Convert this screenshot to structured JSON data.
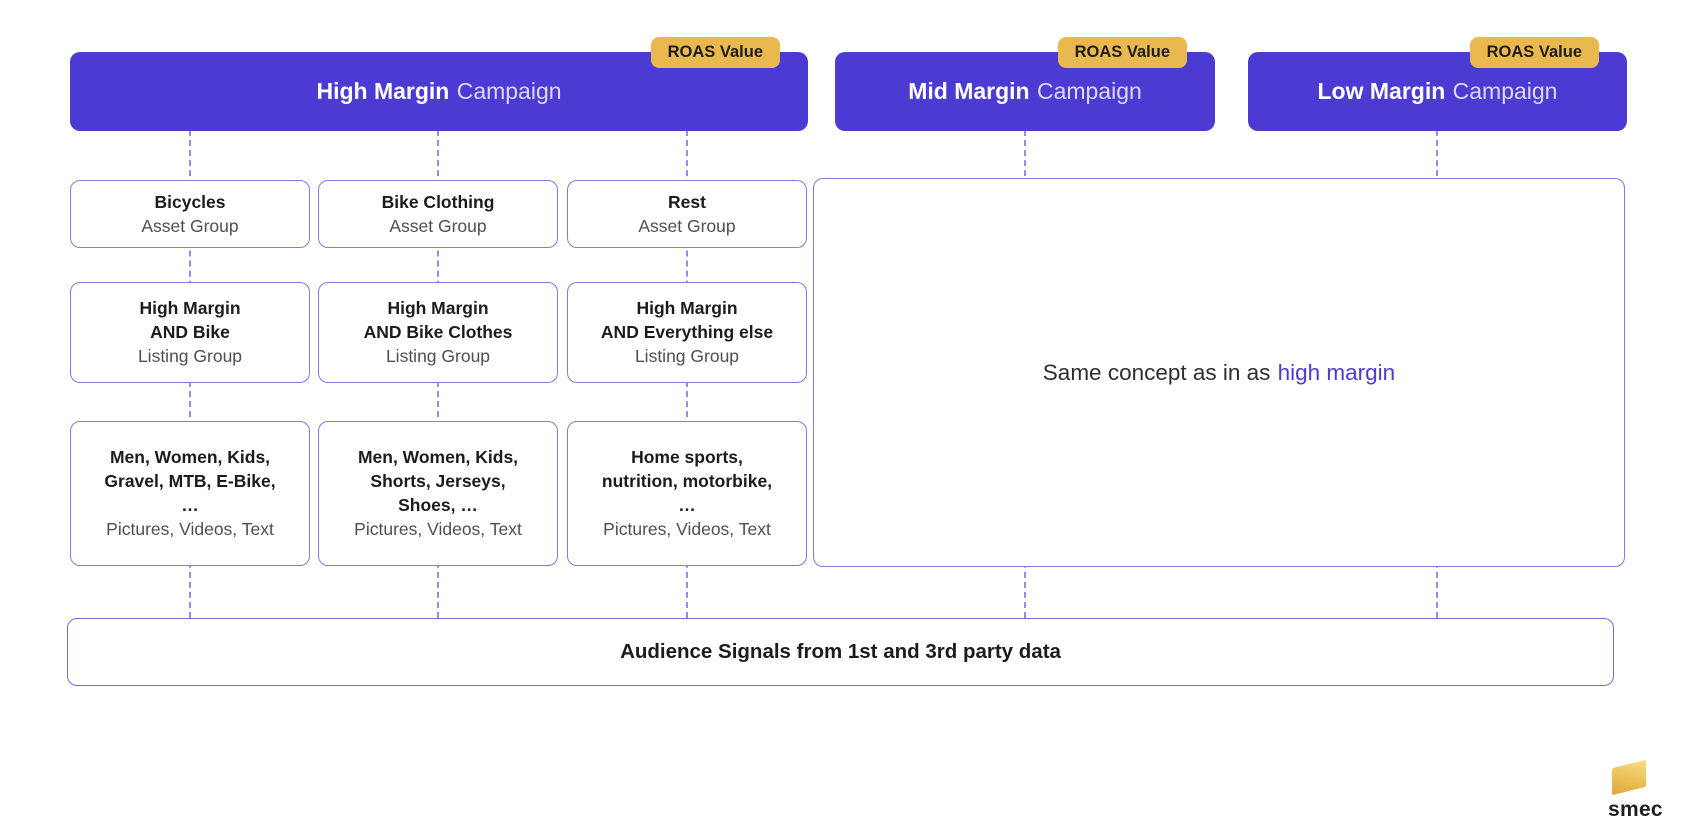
{
  "colors": {
    "campaign_bg": "#4B3BD2",
    "badge_bg": "#E9B84E",
    "box_border": "#8577E6",
    "connector": "#978BEA",
    "accent_text": "#4B3BD2",
    "logo_gold": "#E3A93B"
  },
  "campaigns": [
    {
      "name_bold": "High Margin",
      "name_rest": "Campaign",
      "badge_label": "ROAS Value"
    },
    {
      "name_bold": "Mid Margin",
      "name_rest": "Campaign",
      "badge_label": "ROAS Value"
    },
    {
      "name_bold": "Low Margin",
      "name_rest": "Campaign",
      "badge_label": "ROAS Value"
    }
  ],
  "columns": [
    {
      "asset_group": {
        "title": "Bicycles",
        "subtitle": "Asset Group"
      },
      "listing_group": {
        "line1": "High Margin",
        "line2": "AND Bike",
        "subtitle": "Listing Group"
      },
      "asset_details": {
        "line1": "Men, Women, Kids,",
        "line2": "Gravel, MTB, E-Bike,",
        "line3": "…",
        "subtitle": "Pictures, Videos, Text"
      }
    },
    {
      "asset_group": {
        "title": "Bike Clothing",
        "subtitle": "Asset Group"
      },
      "listing_group": {
        "line1": "High Margin",
        "line2": "AND Bike Clothes",
        "subtitle": "Listing Group"
      },
      "asset_details": {
        "line1": "Men, Women, Kids,",
        "line2": "Shorts, Jerseys,",
        "line3": "Shoes, …",
        "subtitle": "Pictures, Videos, Text"
      }
    },
    {
      "asset_group": {
        "title": "Rest",
        "subtitle": "Asset Group"
      },
      "listing_group": {
        "line1": "High Margin",
        "line2": "AND Everything else",
        "subtitle": "Listing Group"
      },
      "asset_details": {
        "line1": "Home sports,",
        "line2": "nutrition, motorbike,",
        "line3": "…",
        "subtitle": "Pictures, Videos, Text"
      }
    }
  ],
  "same_concept": {
    "prefix": "Same concept as in as",
    "highlight": "high margin"
  },
  "audience_bar": {
    "label": "Audience Signals from 1st and 3rd party data"
  },
  "logo": {
    "wordmark": "smec"
  }
}
